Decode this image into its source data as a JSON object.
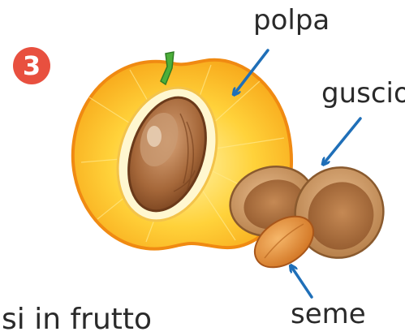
{
  "step": {
    "number": "3",
    "color": "#e8503f"
  },
  "labels": {
    "polpa": "polpa",
    "guscio": "guscio",
    "seme": "seme"
  },
  "footer_text": "si in frutto",
  "colors": {
    "arrow": "#1f6fb8",
    "flesh": "#ffc21a",
    "flesh_edge": "#f08a12",
    "stone": "#9a5b2e",
    "shell": "#c9935f",
    "seed": "#e38a2c",
    "stem": "#4caf3a"
  }
}
